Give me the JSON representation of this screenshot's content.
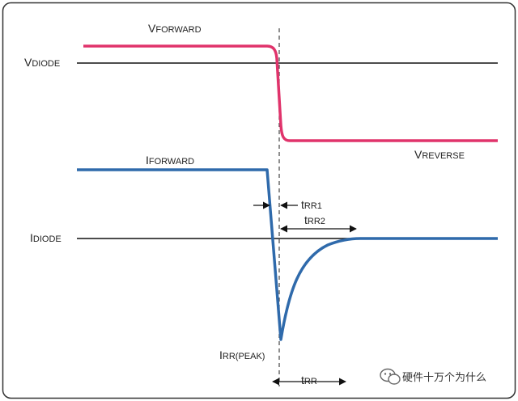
{
  "colors": {
    "voltage": "#e0336b",
    "current": "#2f6aab",
    "axis": "#111111",
    "frame": "#333333",
    "marker": "#444444"
  },
  "labels": {
    "v_forward": {
      "main": "V",
      "sub": "FORWARD"
    },
    "v_diode": {
      "main": "V",
      "sub": "DIODE"
    },
    "v_reverse": {
      "main": "V",
      "sub": "REVERSE"
    },
    "i_forward": {
      "main": "I",
      "sub": "FORWARD"
    },
    "i_diode": {
      "main": "I",
      "sub": "DIODE"
    },
    "t_rr1": {
      "main": "t",
      "sub": "RR1"
    },
    "t_rr2": {
      "main": "t",
      "sub": "RR2"
    },
    "i_rr_peak": {
      "main": "I",
      "sub": "RR(PEAK)"
    },
    "t_rr": {
      "main": "t",
      "sub": "RR"
    }
  },
  "watermark": {
    "icon": "wechat-icon",
    "text": "硬件十万个为什么"
  }
}
